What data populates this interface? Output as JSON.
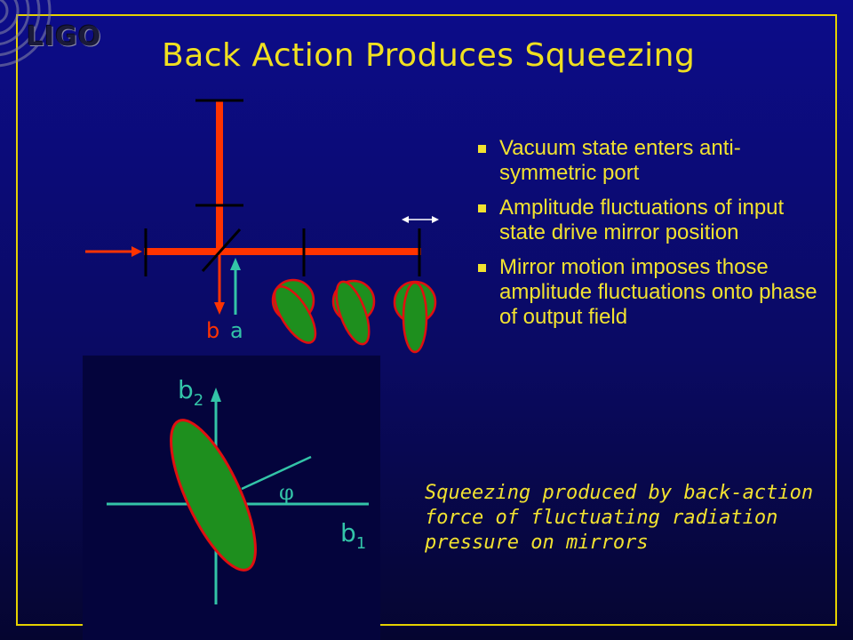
{
  "logo": {
    "text": "LIGO"
  },
  "title": "Back Action Produces Squeezing",
  "bullets": [
    "Vacuum state enters anti-symmetric port",
    "Amplitude fluctuations of input state drive mirror position",
    "Mirror motion imposes those amplitude fluctuations onto phase of output field"
  ],
  "diagram": {
    "label_b": "b",
    "label_a": "a",
    "axis_b2_base": "b",
    "axis_b2_sub": "2",
    "axis_b1_base": "b",
    "axis_b1_sub": "1",
    "angle_label": "φ"
  },
  "caption": "Squeezing produced by back-action force of fluctuating radiation pressure on mirrors",
  "colors": {
    "frame": "#e6d200",
    "text": "#f2e230",
    "beam": "#ff3300",
    "axis": "#33c4a8",
    "ellipse_fill": "#1e8f1e",
    "ellipse_edge": "#e01010"
  }
}
